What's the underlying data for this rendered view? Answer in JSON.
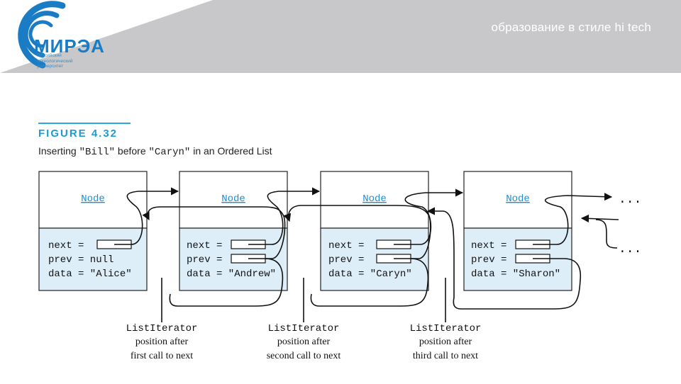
{
  "header": {
    "slogan": "образование в стиле hi tech",
    "logo_text": "МИРЭА",
    "logo_sub": [
      "Российский",
      "технологический",
      "университет"
    ]
  },
  "figure": {
    "label": "FIGURE 4.32",
    "caption_prefix": "Inserting ",
    "caption_code1": "\"Bill\"",
    "caption_mid": " before ",
    "caption_code2": "\"Caryn\"",
    "caption_suffix": " in an Ordered List"
  },
  "nodes": [
    {
      "title": "Node",
      "next": "next =",
      "prev": "prev = null",
      "data": "data = \"Alice\""
    },
    {
      "title": "Node",
      "next": "next =",
      "prev": "prev =",
      "data": "data = \"Andrew\""
    },
    {
      "title": "Node",
      "next": "next =",
      "prev": "prev =",
      "data": "data = \"Caryn\""
    },
    {
      "title": "Node",
      "next": "next =",
      "prev": "prev =",
      "data": "data = \"Sharon\""
    }
  ],
  "ellipsis": "...",
  "iterators": [
    {
      "line1": "ListIterator",
      "line2": "position after",
      "line3": "first call to next"
    },
    {
      "line1": "ListIterator",
      "line2": "position after",
      "line3": "second call to next"
    },
    {
      "line1": "ListIterator",
      "line2": "position after",
      "line3": "third call to next"
    }
  ],
  "colors": {
    "header_gray": "#c8c8ca",
    "accent_blue": "#1f9ad6",
    "node_fill": "#ddeef8",
    "node_link": "#1a8fd6"
  }
}
